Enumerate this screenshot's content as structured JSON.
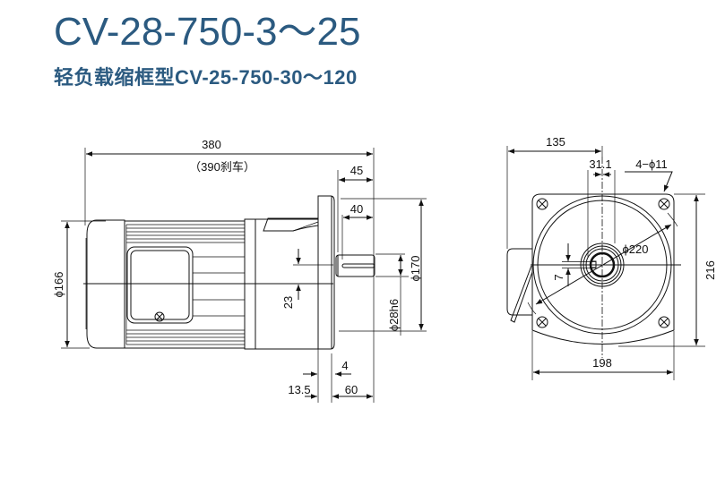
{
  "header": {
    "title": "CV-28-750-3～25",
    "subtitle": "轻负载缩框型CV-25-750-30～120"
  },
  "side_view": {
    "overall_length": "380",
    "overall_length_brake": "（390刹车）",
    "dim_45": "45",
    "dim_40": "40",
    "dim_166": "ϕ166",
    "dim_170": "ϕ170",
    "dim_28h6": "ϕ28h6",
    "dim_23": "23",
    "dim_4": "4",
    "dim_13_5": "13.5",
    "dim_60": "60"
  },
  "front_view": {
    "dim_135": "135",
    "dim_31_1": "31.1",
    "holes": "4−ϕ11",
    "dim_220": "ϕ220",
    "dim_7": "7",
    "dim_216": "216",
    "dim_198": "198"
  },
  "colors": {
    "title": "#2b5a80",
    "drawing": "#111111"
  }
}
